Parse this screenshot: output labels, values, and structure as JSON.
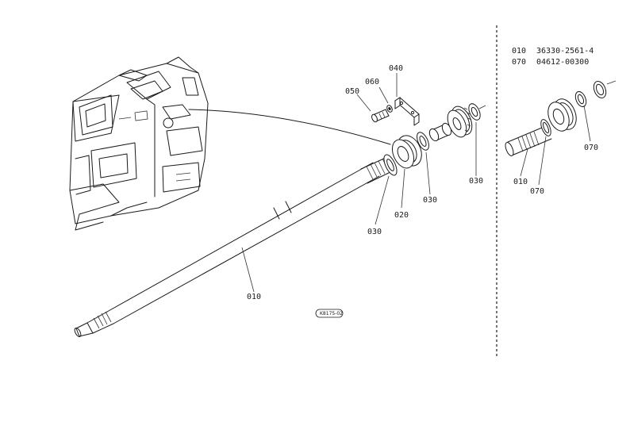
{
  "callouts": {
    "c010_main": "010",
    "c020": "020",
    "c030_a": "030",
    "c030_b": "030",
    "c030_c": "030",
    "c040": "040",
    "c050": "050",
    "c060": "060",
    "c010_inset": "010",
    "c070_a": "070",
    "c070_b": "070"
  },
  "drawing_code": "K8175-02",
  "parts_table": [
    {
      "ref": "010",
      "part_no": "36330-2561-4"
    },
    {
      "ref": "070",
      "part_no": "04612-00300"
    }
  ]
}
